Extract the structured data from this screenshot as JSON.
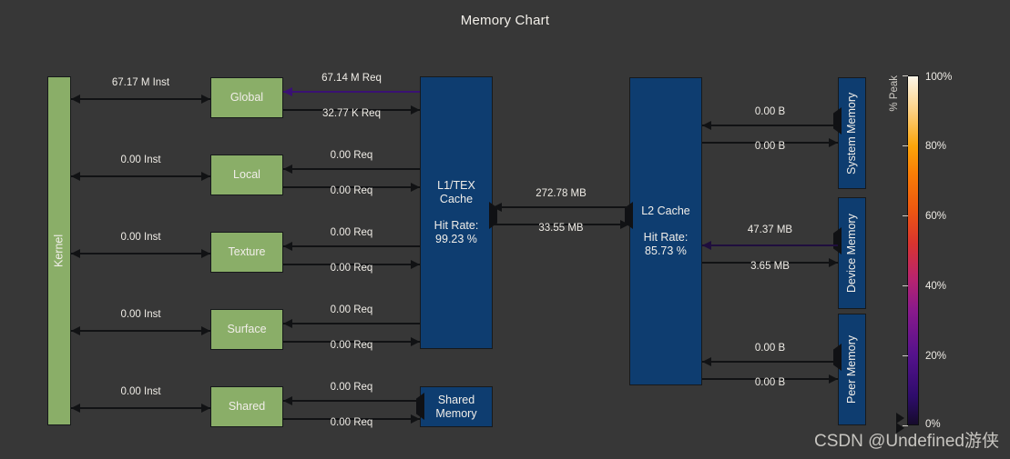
{
  "chart": {
    "title": "Memory Chart",
    "type": "diagram",
    "watermark": "CSDN @Undefined游侠"
  },
  "kernel": {
    "label": "Kernel"
  },
  "units": [
    {
      "name": "Global",
      "label": "Global"
    },
    {
      "name": "Local",
      "label": "Local"
    },
    {
      "name": "Texture",
      "label": "Texture"
    },
    {
      "name": "Surface",
      "label": "Surface"
    },
    {
      "name": "Shared",
      "label": "Shared"
    }
  ],
  "caches": {
    "l1": {
      "label": "L1/TEX\nCache",
      "hit_rate_label": "Hit Rate:\n99.23 %",
      "hit_rate": 99.23
    },
    "l2": {
      "label": "L2 Cache",
      "hit_rate_label": "Hit Rate:\n85.73 %",
      "hit_rate": 85.73
    },
    "shared_memory": {
      "label": "Shared\nMemory"
    }
  },
  "memories": [
    {
      "name": "system-memory",
      "label": "System Memory"
    },
    {
      "name": "device-memory",
      "label": "Device Memory"
    },
    {
      "name": "peer-memory",
      "label": "Peer Memory"
    }
  ],
  "kernel_links": [
    {
      "unit": "Global",
      "label": "67.17 M Inst"
    },
    {
      "unit": "Local",
      "label": "0.00 Inst"
    },
    {
      "unit": "Texture",
      "label": "0.00 Inst"
    },
    {
      "unit": "Surface",
      "label": "0.00 Inst"
    },
    {
      "unit": "Shared",
      "label": "0.00 Inst"
    }
  ],
  "unit_cache_links": [
    {
      "unit": "Global",
      "in": "67.14 M Req",
      "out": "32.77 K Req",
      "in_color": "#3A1173",
      "out_color": "#111214"
    },
    {
      "unit": "Local",
      "in": "0.00 Req",
      "out": "0.00 Req",
      "in_color": "#111214",
      "out_color": "#111214"
    },
    {
      "unit": "Texture",
      "in": "0.00 Req",
      "out": "0.00 Req",
      "in_color": "#111214",
      "out_color": "#111214"
    },
    {
      "unit": "Surface",
      "in": "0.00 Req",
      "out": "0.00 Req",
      "in_color": "#111214",
      "out_color": "#111214"
    },
    {
      "unit": "Shared",
      "in": "0.00 Req",
      "out": "0.00 Req",
      "in_color": "#111214",
      "out_color": "#111214"
    }
  ],
  "cache_links": {
    "l1_to_l2_read": "272.78 MB",
    "l1_to_l2_write": "33.55 MB"
  },
  "memory_links": [
    {
      "memory": "System Memory",
      "in": "0.00 B",
      "out": "0.00 B"
    },
    {
      "memory": "Device Memory",
      "in": "47.37 MB",
      "out": "3.65 MB"
    },
    {
      "memory": "Peer Memory",
      "in": "0.00 B",
      "out": "0.00 B"
    }
  ],
  "colorbar": {
    "title": "% Peak",
    "ticks": [
      "100%",
      "80%",
      "60%",
      "40%",
      "20%",
      "0%"
    ],
    "tick_values": [
      100,
      80,
      60,
      40,
      20,
      0
    ],
    "low_color": "#160B2B",
    "high_color": "#FCF6E8"
  },
  "chart_data": {
    "type": "diagram",
    "title": "Memory Chart",
    "nodes": [
      "Kernel",
      "Global",
      "Local",
      "Texture",
      "Surface",
      "Shared",
      "L1/TEX Cache",
      "L2 Cache",
      "Shared Memory",
      "System Memory",
      "Device Memory",
      "Peer Memory"
    ],
    "edges": [
      {
        "from": "Kernel",
        "to": "Global",
        "value": "67.17 M Inst"
      },
      {
        "from": "Kernel",
        "to": "Local",
        "value": "0.00 Inst"
      },
      {
        "from": "Kernel",
        "to": "Texture",
        "value": "0.00 Inst"
      },
      {
        "from": "Kernel",
        "to": "Surface",
        "value": "0.00 Inst"
      },
      {
        "from": "Kernel",
        "to": "Shared",
        "value": "0.00 Inst"
      },
      {
        "from": "L1/TEX Cache",
        "to": "Global",
        "value": "67.14 M Req"
      },
      {
        "from": "Global",
        "to": "L1/TEX Cache",
        "value": "32.77 K Req"
      },
      {
        "from": "L1/TEX Cache",
        "to": "Local",
        "value": "0.00 Req"
      },
      {
        "from": "Local",
        "to": "L1/TEX Cache",
        "value": "0.00 Req"
      },
      {
        "from": "L1/TEX Cache",
        "to": "Texture",
        "value": "0.00 Req"
      },
      {
        "from": "Texture",
        "to": "L1/TEX Cache",
        "value": "0.00 Req"
      },
      {
        "from": "L1/TEX Cache",
        "to": "Surface",
        "value": "0.00 Req"
      },
      {
        "from": "Surface",
        "to": "L1/TEX Cache",
        "value": "0.00 Req"
      },
      {
        "from": "Shared Memory",
        "to": "Shared",
        "value": "0.00 Req"
      },
      {
        "from": "Shared",
        "to": "Shared Memory",
        "value": "0.00 Req"
      },
      {
        "from": "L2 Cache",
        "to": "L1/TEX Cache",
        "value": "272.78 MB"
      },
      {
        "from": "L1/TEX Cache",
        "to": "L2 Cache",
        "value": "33.55 MB"
      },
      {
        "from": "System Memory",
        "to": "L2 Cache",
        "value": "0.00 B"
      },
      {
        "from": "L2 Cache",
        "to": "System Memory",
        "value": "0.00 B"
      },
      {
        "from": "Device Memory",
        "to": "L2 Cache",
        "value": "47.37 MB"
      },
      {
        "from": "L2 Cache",
        "to": "Device Memory",
        "value": "3.65 MB"
      },
      {
        "from": "Peer Memory",
        "to": "L2 Cache",
        "value": "0.00 B"
      },
      {
        "from": "L2 Cache",
        "to": "Peer Memory",
        "value": "0.00 B"
      }
    ],
    "annotations": [
      "Hit Rate: 99.23 %",
      "Hit Rate: 85.73 %"
    ],
    "legend": {
      "label": "% Peak",
      "ticks": [
        0,
        20,
        40,
        60,
        80,
        100
      ]
    }
  }
}
